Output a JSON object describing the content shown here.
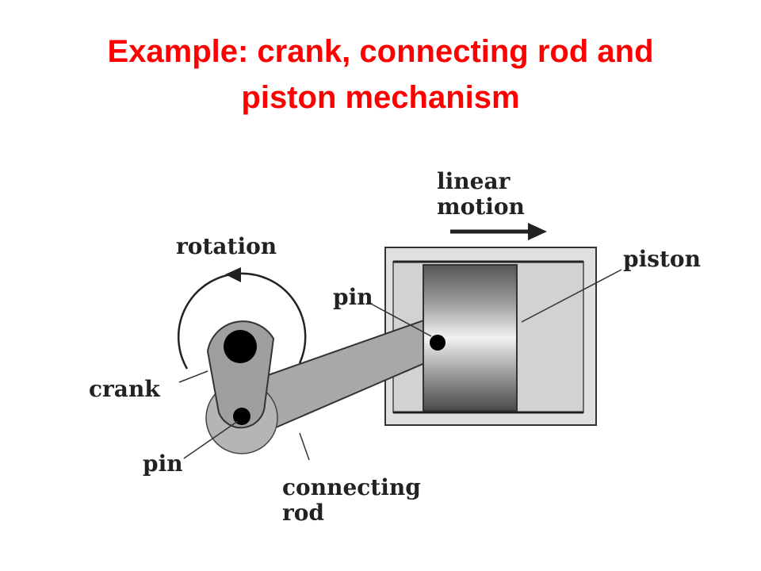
{
  "title": {
    "line1": "Example: crank, connecting rod and",
    "line2": "piston mechanism"
  },
  "diagram": {
    "labels": {
      "linear_motion_1": "linear",
      "linear_motion_2": "motion",
      "rotation": "rotation",
      "piston": "piston",
      "pin_top": "pin",
      "crank": "crank",
      "pin_bottom": "pin",
      "connecting_rod_1": "connecting",
      "connecting_rod_2": "rod"
    }
  }
}
